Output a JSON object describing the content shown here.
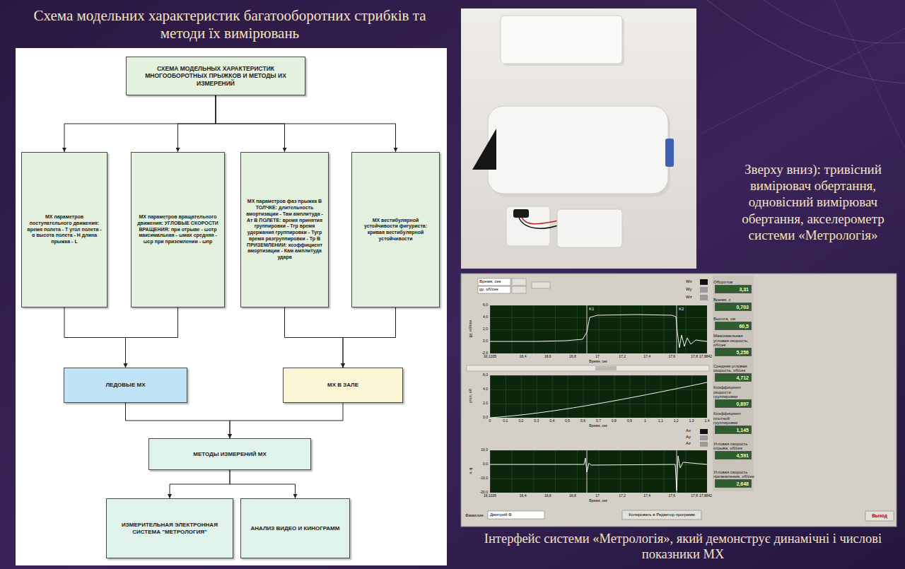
{
  "diagram": {
    "title": "Схема модельних характеристик багатооборотних стрибків та методи їх вимірювань",
    "caption": "Інтерфейс системи «Метрологія», який демонструє динамічні і числові показники МХ",
    "nodes": [
      {
        "text": [
          "СХЕМА МОДЕЛЬНЫХ ХАРАКТЕРИСТИК МНОГООБОРОТНЫХ ПРЫЖКОВ И МЕТОДЫ ИХ ИЗМЕРЕНИЙ"
        ]
      },
      {
        "text": [
          "МХ параметров поступательного движения: время полета - Т угол полета - α высота полета - Н длина прыжка - L"
        ]
      },
      {
        "text": [
          "МХ параметров вращательного движения: УГЛОВЫЕ СКОРОСТИ ВРАЩЕНИЯ: при отрыве - ωотр максимальная - ωмах средняя - ωср при приземлении - ωпр"
        ]
      },
      {
        "text": [
          "МХ параметров фаз прыжка В ТОЛЧКЕ: длительность амортизации - Там амплитуда - Ат В ПОЛЕТЕ: время принятия группировки - Тгр время удержания группировки - Тугр время разгруппировки - Тр В ПРИЗЕМЛЕНИИ: коэффициент амортизации - Кам амплитуда удара"
        ]
      },
      {
        "text": [
          "МХ вестибулярной устойчивости фигуриста: кривая вестибулярной устойчивости"
        ]
      },
      {
        "text": [
          "ЛЕДОВЫЕ МХ"
        ]
      },
      {
        "text": [
          "МХ В ЗАЛЕ"
        ]
      },
      {
        "text": [
          "МЕТОДЫ ИЗМЕРЕНИЙ МХ"
        ]
      },
      {
        "text": [
          "ИЗМЕРИТЕЛЬНАЯ ЭЛЕКТРОННАЯ СИСТЕМА \"МЕТРОЛОГИЯ\""
        ]
      },
      {
        "text": [
          "АНАЛИЗ ВИДЕО И КИНОГРАММ"
        ]
      },
      {
        "text": [
          "Оборотов",
          "3,31"
        ]
      },
      {
        "text": [
          "Время, с",
          "0,703"
        ]
      },
      {
        "text": [
          "Высота, см",
          "60,5"
        ]
      },
      {
        "text": [
          "Максимальная угловая скорость, об/сек",
          "5,256"
        ]
      },
      {
        "text": [
          "Средняя угловая скорость, об/сек",
          "4,712"
        ]
      },
      {
        "text": [
          "Коэффициент скорости группировки",
          "0,897"
        ]
      },
      {
        "text": [
          "Коэффициент плотной группировки",
          "1,145"
        ]
      },
      {
        "text": [
          "Угловая скорость отрыва, об/сек",
          "4,591"
        ]
      },
      {
        "text": [
          "Угловая скорость приземления, об/сек",
          "2,648"
        ]
      }
    ],
    "edges": [
      {
        "from": 0,
        "to": 1,
        "arrow": "to"
      },
      {
        "from": 0,
        "to": 2,
        "arrow": "to"
      },
      {
        "from": 0,
        "to": 3,
        "arrow": "to"
      },
      {
        "from": 0,
        "to": 4,
        "arrow": "to"
      },
      {
        "from": 1,
        "to": 5,
        "arrow": "to"
      },
      {
        "from": 2,
        "to": 5,
        "arrow": "to"
      },
      {
        "from": 3,
        "to": 6,
        "arrow": "to"
      },
      {
        "from": 4,
        "to": 6,
        "arrow": "to"
      },
      {
        "from": 5,
        "to": 7,
        "arrow": "to"
      },
      {
        "from": 6,
        "to": 7,
        "arrow": "to"
      },
      {
        "from": 7,
        "to": 8,
        "arrow": "to"
      },
      {
        "from": 7,
        "to": 9,
        "arrow": "to"
      }
    ],
    "labels": [
      "Зверху вниз): тривісний вимірювач обертання, одновісний вимірювач обертання, акселерометр системи «Метрологія»",
      "Время, сек",
      "gy, об/сек",
      "Wx",
      "Wy",
      "Wz",
      "K1",
      "K2",
      "6,0",
      "4,0",
      "2,0",
      "0,0",
      "-2,0",
      "gy, об/сек",
      "16,1335",
      "16,4",
      "16,6",
      "16,8",
      "17",
      "17,2",
      "17,4",
      "17,6",
      "17,8",
      "17,8842",
      "Время, сек",
      "6,0",
      "4,0",
      "2,0",
      "0,0",
      "угол, об",
      "0",
      "0,1",
      "0,2",
      "0,3",
      "0,4",
      "0,5",
      "0,6",
      "0,7",
      "0,8",
      "0,9",
      "1",
      "1,1",
      "1,2",
      "1,3",
      "1,4",
      "Время, сек",
      "Ax",
      "Ay",
      "Az",
      "10,0",
      "0,0",
      "-10,0",
      "-20,0",
      "a, g",
      "16,1335",
      "16,4",
      "16,6",
      "16,8",
      "17",
      "17,2",
      "17,4",
      "17,6",
      "17,8",
      "17,8842",
      "Время, сек",
      "Фамилия",
      "Дмитрий Ф.",
      "Копировать в Редактор программ",
      "Выход"
    ]
  }
}
